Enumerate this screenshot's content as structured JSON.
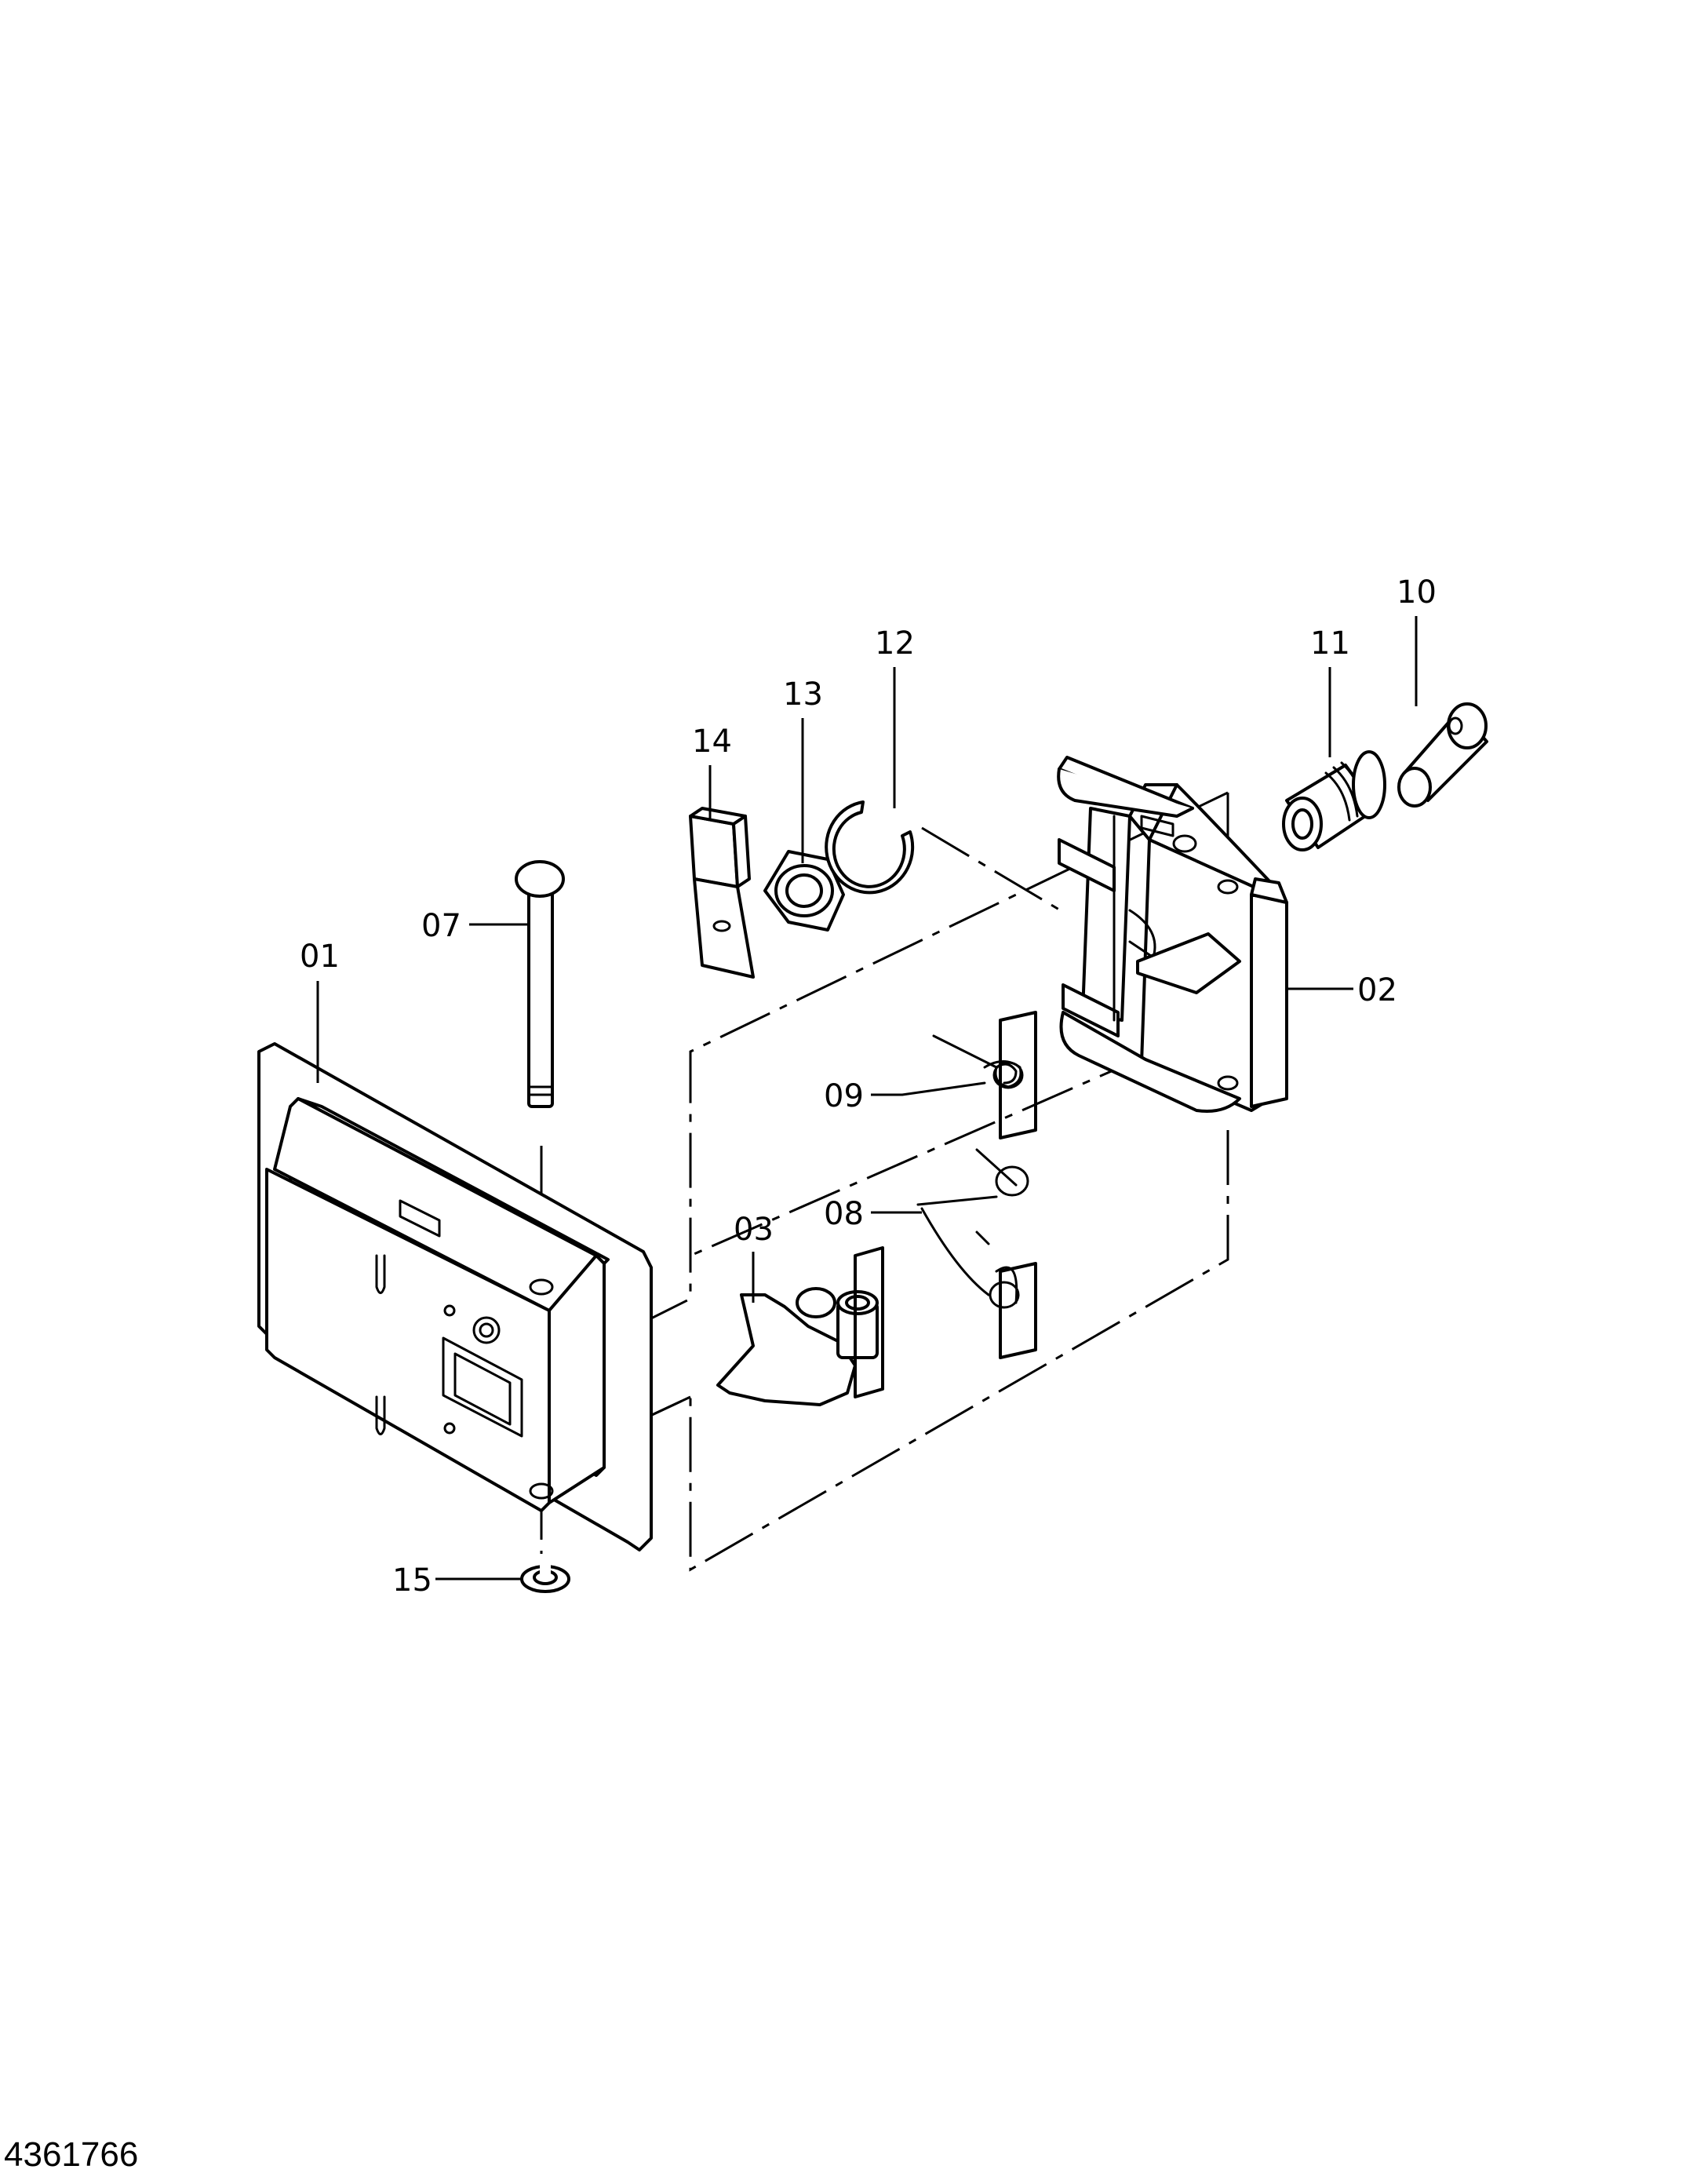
{
  "diagram": {
    "drawing_number": "4361766",
    "callouts": [
      {
        "id": "c01",
        "label": "01"
      },
      {
        "id": "c02",
        "label": "02"
      },
      {
        "id": "c03",
        "label": "03"
      },
      {
        "id": "c07",
        "label": "07"
      },
      {
        "id": "c08",
        "label": "08"
      },
      {
        "id": "c09",
        "label": "09"
      },
      {
        "id": "c10",
        "label": "10"
      },
      {
        "id": "c11",
        "label": "11"
      },
      {
        "id": "c12",
        "label": "12"
      },
      {
        "id": "c13",
        "label": "13"
      },
      {
        "id": "c14",
        "label": "14"
      },
      {
        "id": "c15",
        "label": "15"
      }
    ]
  }
}
